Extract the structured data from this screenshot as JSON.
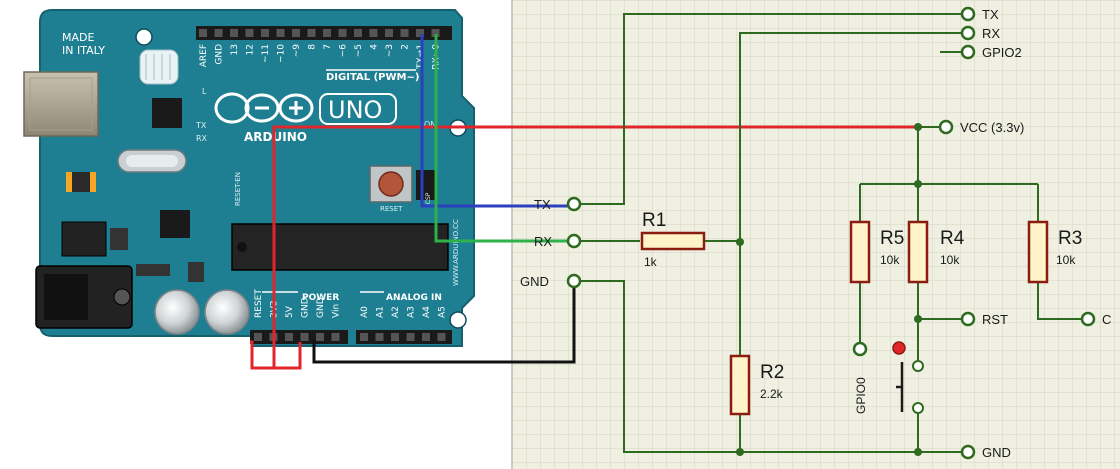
{
  "board": {
    "made_in": [
      "MADE",
      "IN ITALY"
    ],
    "brand": "ARDUINO",
    "model": "UNO",
    "digital_label": "DIGITAL (PWM~)",
    "power_label": "POWER",
    "analog_label": "ANALOG IN",
    "reset_label": "RESET",
    "icsp_label": "ICSP",
    "tx_label": "TX",
    "rx_label": "RX",
    "l_label": "L",
    "on_label": "ON",
    "reset_en_label": "RESET-EN",
    "url_label": "WWW.ARDUINO.CC",
    "header_top_pins": [
      "AREF",
      "GND",
      "13",
      "12",
      "~11",
      "~10",
      "~9",
      "8",
      "7",
      "~6",
      "~5",
      "4",
      "~3",
      "2",
      "TX→1",
      "RX←0"
    ],
    "header_power_pins": [
      "RESET",
      "3V3",
      "5V",
      "GND",
      "GND",
      "Vin"
    ],
    "header_analog_pins": [
      "A0",
      "A1",
      "A2",
      "A3",
      "A4",
      "A5"
    ]
  },
  "schematic": {
    "ports_right": {
      "tx": "TX",
      "rx": "RX",
      "gpio2": "GPIO2",
      "vcc": "VCC (3.3v)",
      "rst": "RST",
      "ch": "C",
      "gnd": "GND"
    },
    "ports_left": {
      "tx": "TX",
      "rx": "RX",
      "gnd": "GND"
    },
    "gpio0_label": "GPIO0",
    "resistors": [
      {
        "id": "R1",
        "value": "1k"
      },
      {
        "id": "R2",
        "value": "2.2k"
      },
      {
        "id": "R3",
        "value": "10k"
      },
      {
        "id": "R4",
        "value": "10k"
      },
      {
        "id": "R5",
        "value": "10k"
      }
    ]
  },
  "colors": {
    "board": "#1f7f92",
    "board_dark": "#15606e",
    "sheet_bg": "#efefe2",
    "grid": "#d6d6c4",
    "net": "#2e6a1f",
    "resistor": "#8b1c10",
    "resistor_fill": "#fff3c9",
    "wire_red": "#e0262b",
    "wire_blue": "#2b3fbf",
    "wire_green": "#2db14a",
    "wire_black": "#111111"
  }
}
